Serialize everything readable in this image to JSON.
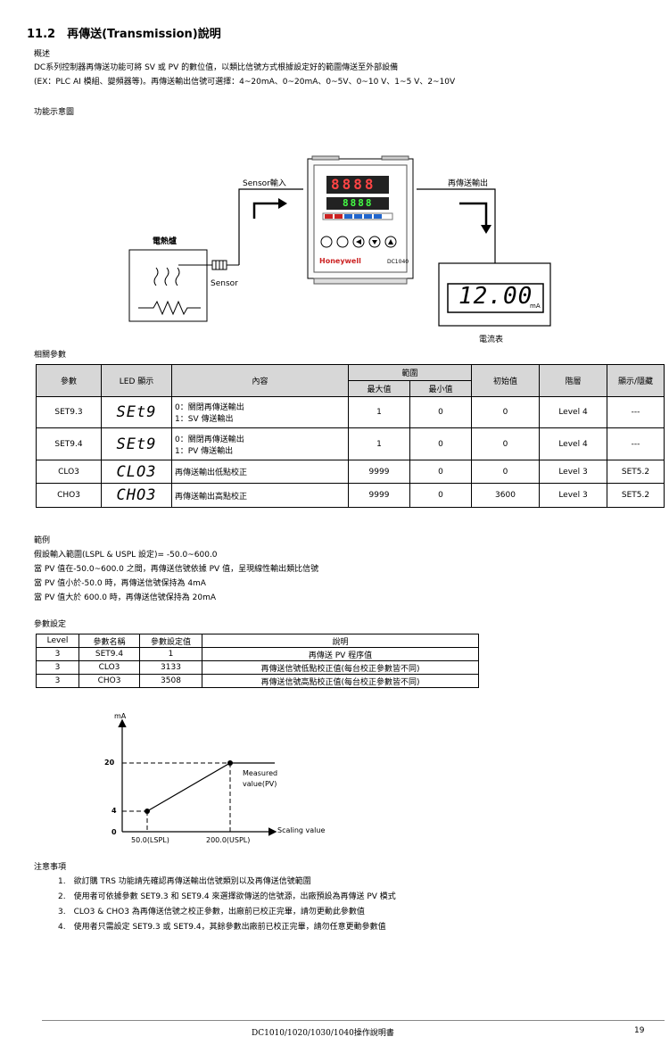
{
  "title": "11.2　再傳送(Transmission)說明",
  "overview": {
    "heading": "概述",
    "line1": "DC系列控制器再傳送功能可將 SV 或 PV 的數位值，以類比信號方式根據設定好的範圍傳送至外部設備",
    "line2": "(EX：PLC AI 模組、變頻器等)。再傳送輸出信號可選擇：4~20mA、0~20mA、0~5V、0~10 V、1~5 V、2~10V"
  },
  "function_diagram": {
    "heading": "功能示意圖",
    "sensor_input": "Sensor輸入",
    "retrans_output": "再傳送輸出",
    "heater_label": "電熱爐",
    "sensor_label": "Sensor",
    "brand": "Honeywell",
    "model": "DC1040",
    "pv_digits": "8888",
    "sv_digits": "8888",
    "meter_value": "12.00",
    "meter_unit": "mA",
    "meter_label": "電流表"
  },
  "params_table": {
    "heading": "相關參數",
    "headers": {
      "param": "參數",
      "led": "LED 顯示",
      "content": "內容",
      "range": "範圍",
      "max": "最大值",
      "min": "最小值",
      "init": "初始值",
      "level": "階層",
      "display": "顯示/隱藏"
    },
    "rows": [
      {
        "param": "SET9.3",
        "led": "SEt9",
        "content1": "0：關閉再傳送輸出",
        "content2": "1：SV 傳送輸出",
        "max": "1",
        "min": "0",
        "init": "0",
        "level": "Level 4",
        "display": "---"
      },
      {
        "param": "SET9.4",
        "led": "SEt9",
        "content1": "0：關閉再傳送輸出",
        "content2": "1：PV 傳送輸出",
        "max": "1",
        "min": "0",
        "init": "0",
        "level": "Level 4",
        "display": "---"
      },
      {
        "param": "CLO3",
        "led": "CLO3",
        "content1": "再傳送輸出低點校正",
        "content2": "",
        "max": "9999",
        "min": "0",
        "init": "0",
        "level": "Level 3",
        "display": "SET5.2"
      },
      {
        "param": "CHO3",
        "led": "CHO3",
        "content1": "再傳送輸出高點校正",
        "content2": "",
        "max": "9999",
        "min": "0",
        "init": "3600",
        "level": "Level 3",
        "display": "SET5.2"
      }
    ]
  },
  "example": {
    "heading": "範例",
    "lines": [
      "假設輸入範圍(LSPL & USPL 設定)= -50.0~600.0",
      "當 PV 值在-50.0~600.0 之間，再傳送信號依據 PV 值，呈現線性輸出類比信號",
      "當 PV 值小於-50.0 時，再傳送信號保持為 4mA",
      "當 PV 值大於 600.0 時，再傳送信號保持為 20mA"
    ]
  },
  "settings_table": {
    "heading": "參數設定",
    "headers": {
      "level": "Level",
      "name": "參數名稱",
      "value": "參數設定值",
      "desc": "說明"
    },
    "rows": [
      {
        "level": "3",
        "name": "SET9.4",
        "value": "1",
        "desc": "再傳送 PV 程序值"
      },
      {
        "level": "3",
        "name": "CLO3",
        "value": "3133",
        "desc": "再傳送信號低點校正值(每台校正參數皆不同)"
      },
      {
        "level": "3",
        "name": "CHO3",
        "value": "3508",
        "desc": "再傳送信號高點校正值(每台校正參數皆不同)"
      }
    ]
  },
  "graph": {
    "y_unit": "mA",
    "y_ticks": [
      "20",
      "4",
      "0"
    ],
    "x_ticks": [
      "50.0(LSPL)",
      "200.0(USPL)"
    ],
    "x_label": "Scaling value",
    "curve_label1": "Measured",
    "curve_label2": "value(PV)"
  },
  "notes": {
    "heading": "注意事項",
    "items": [
      "1.　欲訂購 TRS 功能請先確認再傳送輸出信號類別以及再傳送信號範圍",
      "2.　使用者可依據參數 SET9.3 和 SET9.4 來選擇欲傳送的信號源，出廠預設為再傳送 PV 模式",
      "3.　CLO3 & CHO3 為再傳送信號之校正參數，出廠前已校正完畢，請勿更動此參數值",
      "4.　使用者只需設定 SET9.3 或 SET9.4，其餘參數出廠前已校正完畢，請勿任意更動參數值"
    ]
  },
  "footer": {
    "doc": "DC1010/1020/1030/1040操作說明書",
    "page": "19"
  }
}
